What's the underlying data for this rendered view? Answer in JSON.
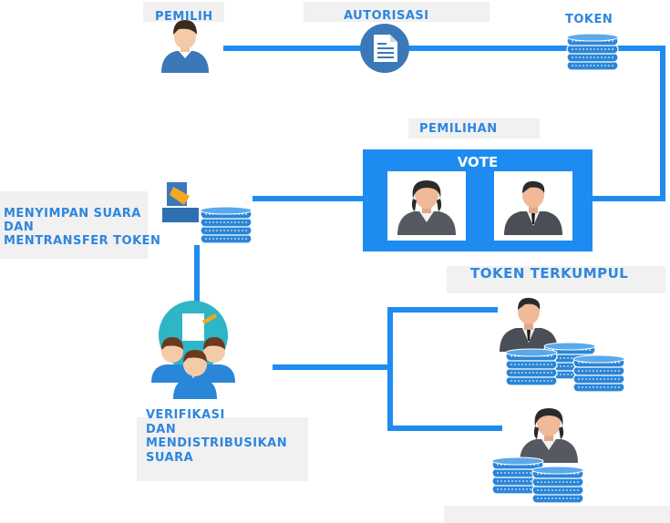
{
  "labels": {
    "pemilih": "PEMILIH",
    "autorisasi": "AUTORISASI",
    "token": "TOKEN",
    "pemilihan": "PEMILIHAN",
    "vote": "VOTE",
    "menyimpan_line1": "MENYIMPAN SUARA",
    "menyimpan_line2": "DAN",
    "menyimpan_line3": "MENTRANSFER TOKEN",
    "token_terkumpul": "TOKEN TERKUMPUL",
    "verifikasi_line1": "VERIFIKASI",
    "verifikasi_line2": "DAN",
    "verifikasi_line3": "MENDISTRIBUSIKAN",
    "verifikasi_line4": "SUARA"
  },
  "colors": {
    "accent": "#1e8bf0",
    "label": "#2e86de",
    "label_bg": "#f1f1f1",
    "icon_blue": "#3b78b8",
    "coin_blue": "#2a86d8"
  },
  "icons": [
    "voter-icon",
    "document-icon",
    "coin-stack-icon",
    "female-candidate-icon",
    "male-candidate-icon",
    "ballot-box-icon",
    "group-verify-icon"
  ]
}
